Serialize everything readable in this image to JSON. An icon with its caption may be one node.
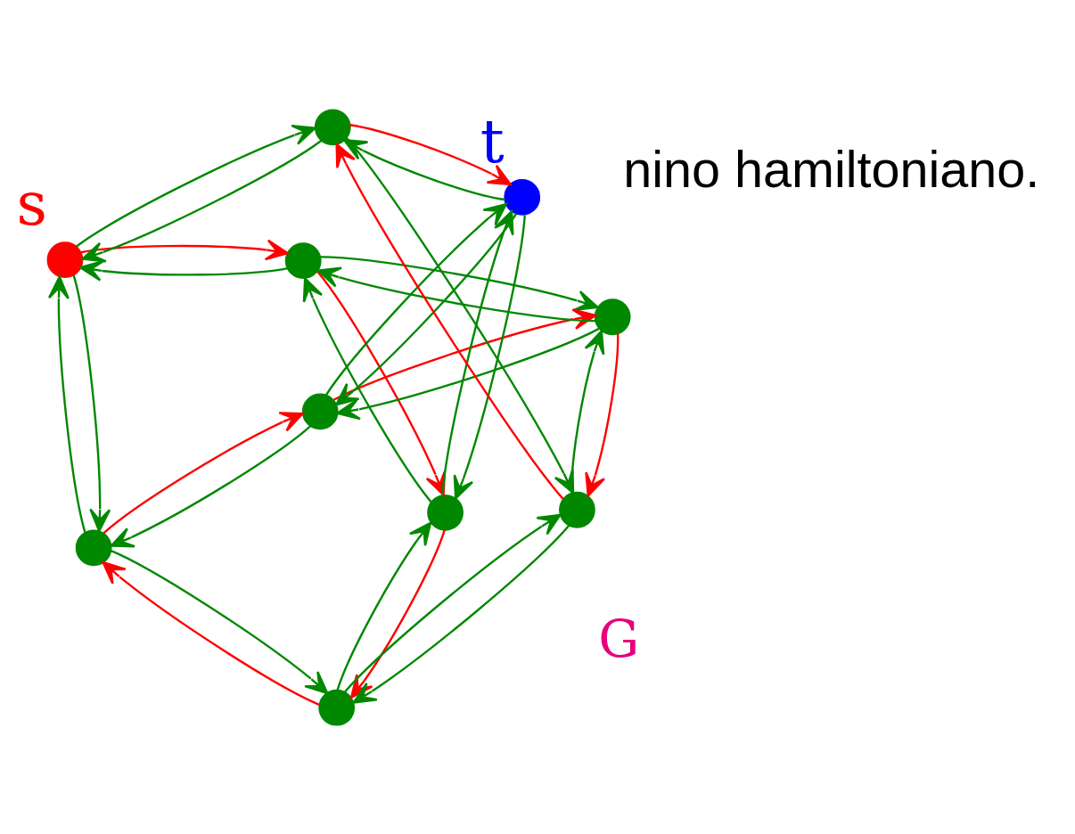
{
  "diagram": {
    "nodes": [
      {
        "text": [],
        "shape": "circle",
        "beside": [
          "s"
        ]
      },
      {
        "text": [],
        "shape": "circle"
      },
      {
        "text": [],
        "shape": "circle"
      },
      {
        "text": [],
        "shape": "circle"
      },
      {
        "text": [],
        "shape": "circle",
        "beside": [
          "t"
        ]
      },
      {
        "text": [],
        "shape": "circle"
      },
      {
        "text": [],
        "shape": "circle"
      },
      {
        "text": [],
        "shape": "circle"
      },
      {
        "text": [],
        "shape": "circle"
      },
      {
        "text": [],
        "shape": "circle"
      }
    ],
    "edges": [
      {
        "from": 0,
        "to": 1,
        "arrow": "to",
        "color": "#ff0000"
      },
      {
        "from": 1,
        "to": 0,
        "arrow": "to"
      },
      {
        "from": 1,
        "to": 6,
        "arrow": "to",
        "color": "#ff0000"
      },
      {
        "from": 6,
        "to": 1,
        "arrow": "to"
      },
      {
        "from": 6,
        "to": 8,
        "arrow": "to",
        "color": "#ff0000"
      },
      {
        "from": 8,
        "to": 6,
        "arrow": "to"
      },
      {
        "from": 8,
        "to": 2,
        "arrow": "to",
        "color": "#ff0000"
      },
      {
        "from": 2,
        "to": 8,
        "arrow": "to"
      },
      {
        "from": 2,
        "to": 3,
        "arrow": "to",
        "color": "#ff0000"
      },
      {
        "from": 3,
        "to": 2,
        "arrow": "to"
      },
      {
        "from": 3,
        "to": 7,
        "arrow": "to",
        "color": "#ff0000"
      },
      {
        "from": 7,
        "to": 3,
        "arrow": "to"
      },
      {
        "from": 7,
        "to": 9,
        "arrow": "to",
        "color": "#ff0000"
      },
      {
        "from": 9,
        "to": 7,
        "arrow": "to"
      },
      {
        "from": 9,
        "to": 5,
        "arrow": "to",
        "color": "#ff0000"
      },
      {
        "from": 5,
        "to": 9,
        "arrow": "to"
      },
      {
        "from": 5,
        "to": 4,
        "arrow": "to",
        "color": "#ff0000"
      },
      {
        "from": 4,
        "to": 5,
        "arrow": "to"
      },
      {
        "from": 0,
        "to": 5,
        "arrow": "to"
      },
      {
        "from": 5,
        "to": 0,
        "arrow": "to"
      },
      {
        "from": 2,
        "to": 0,
        "arrow": "to"
      },
      {
        "from": 0,
        "to": 2,
        "arrow": "to"
      },
      {
        "from": 8,
        "to": 9,
        "arrow": "to"
      },
      {
        "from": 9,
        "to": 8,
        "arrow": "to"
      },
      {
        "from": 1,
        "to": 7,
        "arrow": "to"
      },
      {
        "from": 7,
        "to": 1,
        "arrow": "to"
      },
      {
        "from": 3,
        "to": 4,
        "arrow": "to"
      },
      {
        "from": 4,
        "to": 3,
        "arrow": "to"
      },
      {
        "from": 6,
        "to": 4,
        "arrow": "to"
      },
      {
        "from": 4,
        "to": 6,
        "arrow": "to"
      }
    ],
    "labels": [
      "nino hamiltoniano.",
      "G"
    ]
  }
}
